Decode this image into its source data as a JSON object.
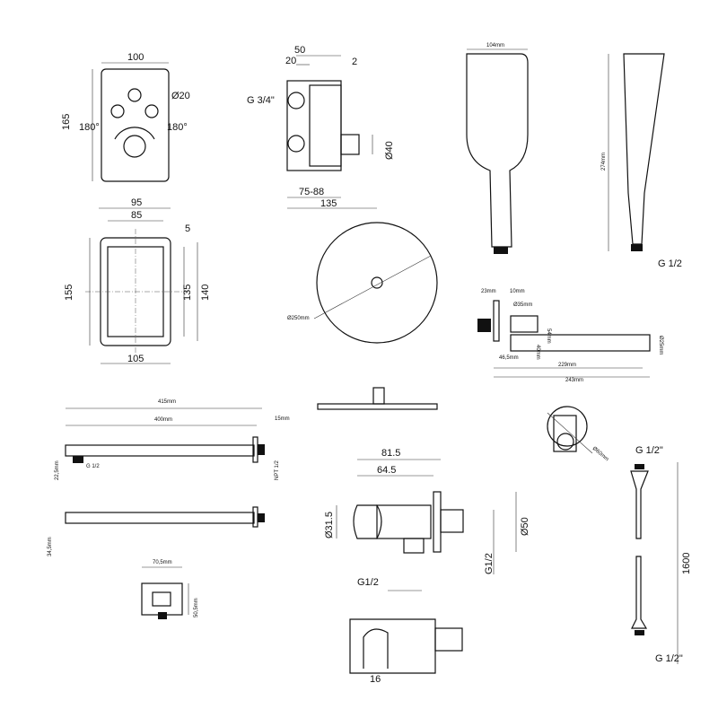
{
  "panel": {
    "width": "100",
    "height": "165",
    "hole": "Ø20",
    "angle_left": "180°",
    "angle_right": "180°"
  },
  "body": {
    "d50": "50",
    "d20": "20",
    "d2": "2",
    "thread": "G 3/4\"",
    "d40": "Ø40",
    "depth": "75-88",
    "total": "135"
  },
  "frame": {
    "w95": "95",
    "w85": "85",
    "d5": "5",
    "h155": "155",
    "h135": "135",
    "h140": "140",
    "w105": "105"
  },
  "handshower": {
    "width": "104mm",
    "length": "274mm",
    "thread": "G 1/2"
  },
  "headshower": {
    "diameter": "Ø250mm"
  },
  "spout": {
    "d23": "23mm",
    "d10": "10mm",
    "d35": "Ø35mm",
    "d40": "40mm",
    "d54": "54mm",
    "d46": "46,5mm",
    "d229": "229mm",
    "d243": "243mm",
    "d25": "Ø25mm"
  },
  "arm": {
    "total": "415mm",
    "length": "400mm",
    "flange": "15mm",
    "height": "22,5mm",
    "thread": "G 1/2",
    "npt": "NPT 1/2",
    "side_height": "34,5mm"
  },
  "elbow_small": {
    "width": "70,5mm",
    "height": "50,5mm"
  },
  "rosette": {
    "diameter": "Ø60mm"
  },
  "outlet": {
    "d81": "81.5",
    "d64": "64.5",
    "d31": "Ø31.5",
    "d50": "Ø50",
    "g1": "G1/2",
    "g2": "G1/2",
    "d16": "16"
  },
  "hose": {
    "top": "G 1/2\"",
    "length": "1600",
    "bottom": "G 1/2\""
  }
}
